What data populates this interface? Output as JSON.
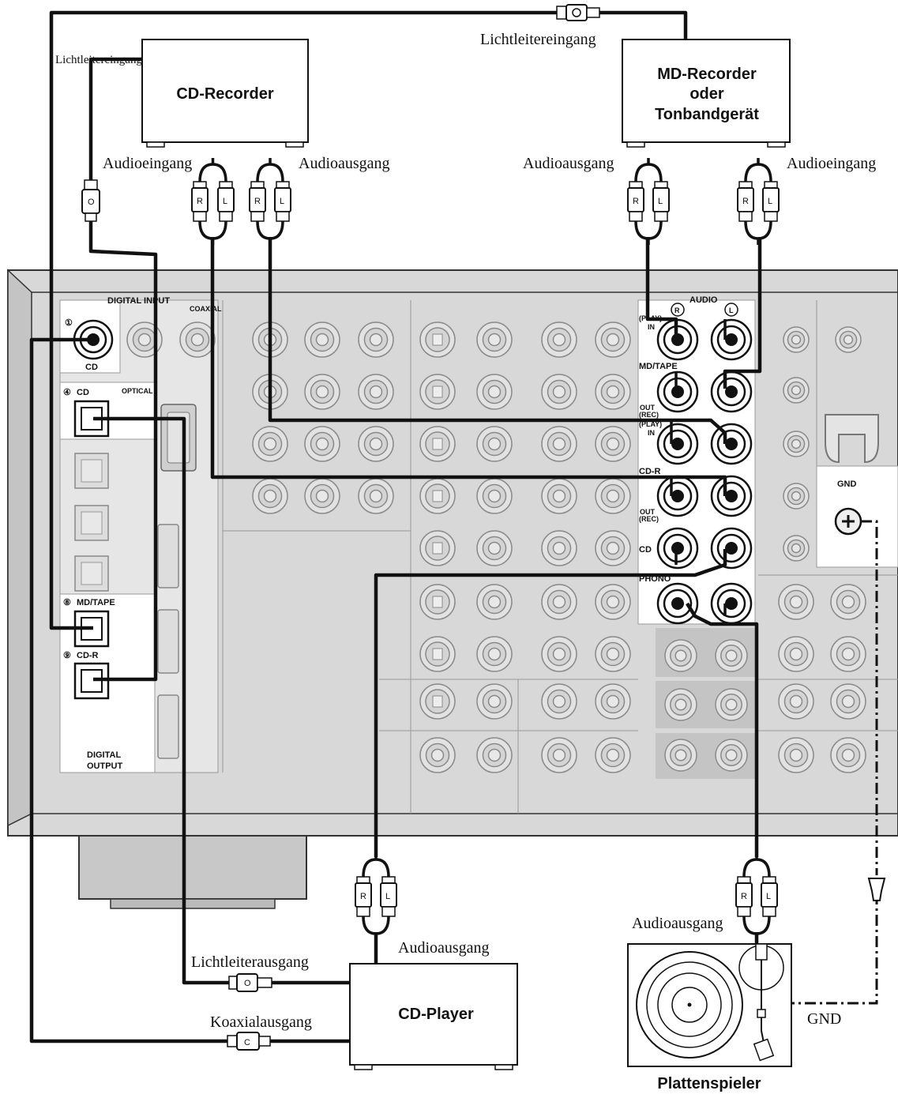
{
  "devices": {
    "cd_recorder": "CD-Recorder",
    "md_recorder": [
      "MD-Recorder",
      "oder",
      "Tonbandgerät"
    ],
    "cd_player": "CD-Player",
    "turntable": "Plattenspieler"
  },
  "labels": {
    "optical_in_top": "Lichtleitereingang",
    "optical_in_left": "Lichtleitereingang",
    "cdr_audio_in": "Audioeingang",
    "cdr_audio_out": "Audioausgang",
    "md_audio_out": "Audioausgang",
    "md_audio_in": "Audioeingang",
    "cdp_audio_out": "Audioausgang",
    "cdp_optical_out": "Lichtleiterausgang",
    "cdp_coax_out": "Koaxialausgang",
    "tt_audio_out": "Audioausgang",
    "gnd": "GND"
  },
  "panel": {
    "digital_input": "DIGITAL INPUT",
    "coaxial": "COAXIAL",
    "coax_num": "①",
    "coax_cd": "CD",
    "optical": "OPTICAL",
    "opt_cd_num": "④",
    "opt_cd": "CD",
    "opt_md_num": "⑧",
    "opt_md": "MD/TAPE",
    "opt_cdr_num": "⑨",
    "opt_cdr": "CD-R",
    "digital_output": [
      "DIGITAL",
      "OUTPUT"
    ],
    "audio": "AUDIO",
    "ch_r": "R",
    "ch_l": "L",
    "play_in": [
      "(PLAY)",
      "IN"
    ],
    "md_tape": "MD/TAPE",
    "out_rec": [
      "OUT",
      "(REC)"
    ],
    "cd_r": "CD-R",
    "cd": "CD",
    "phono": "PHONO",
    "gnd": "GND"
  },
  "plugs": {
    "r": "R",
    "l": "L",
    "optical": "O",
    "coax": "C"
  }
}
